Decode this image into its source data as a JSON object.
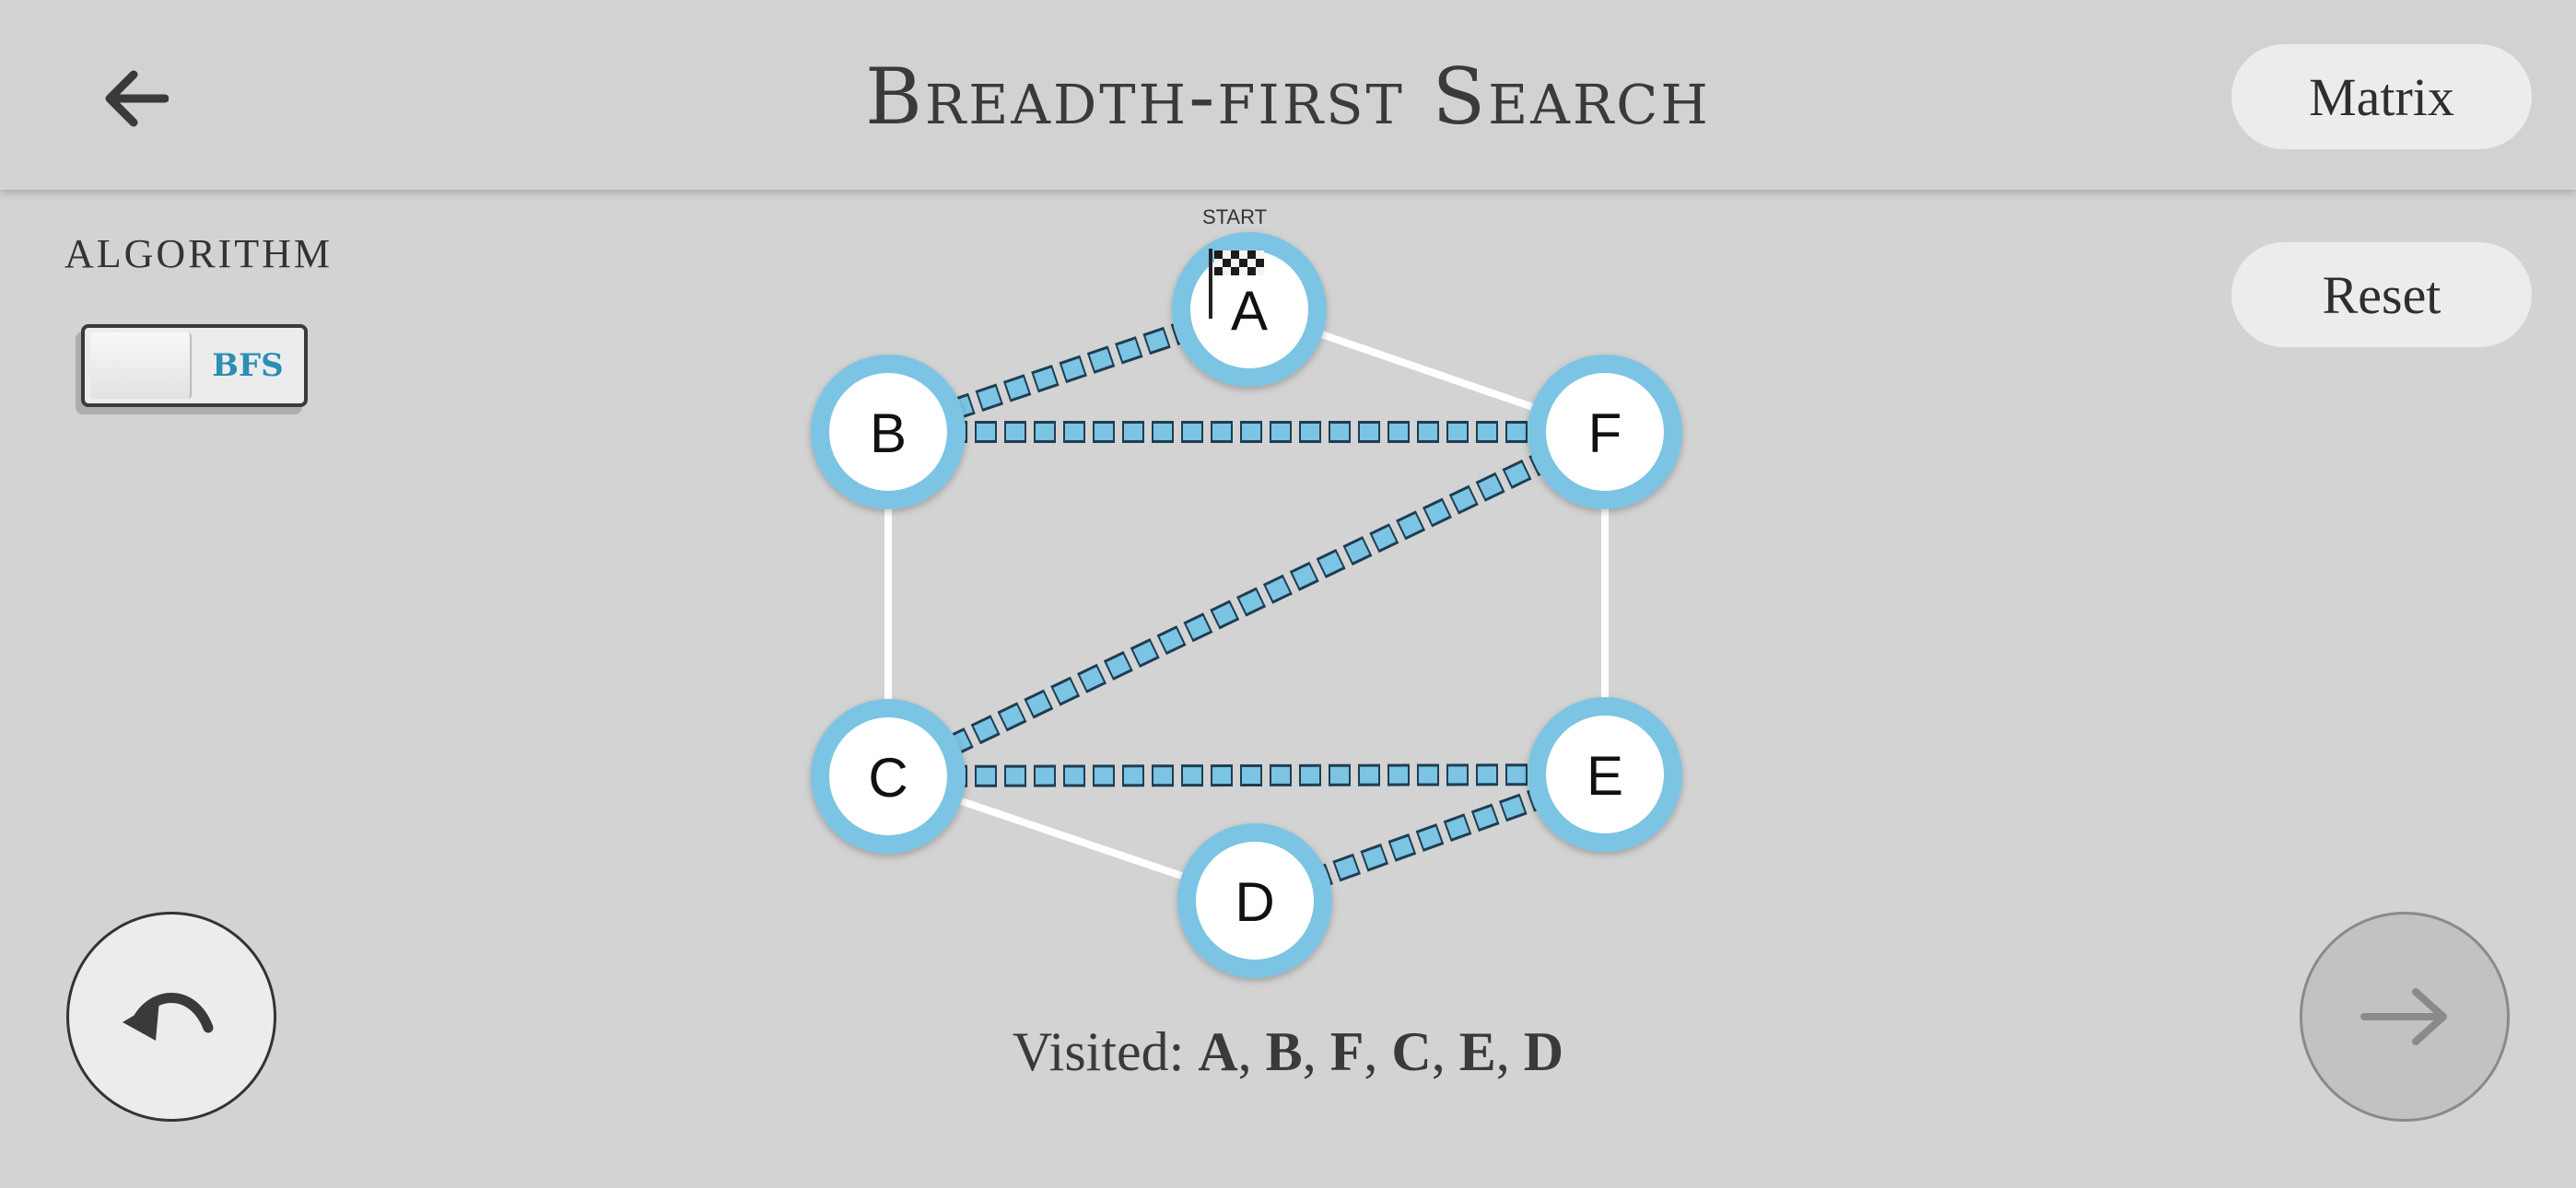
{
  "header": {
    "title": "Breadth-first Search",
    "back_icon": "arrow-left-icon",
    "matrix_label": "Matrix"
  },
  "controls": {
    "reset_label": "Reset",
    "algorithm_label": "ALGORITHM",
    "toggle_value": "BFS",
    "undo_icon": "undo-icon",
    "next_icon": "arrow-right-icon"
  },
  "graph": {
    "start_label": "START",
    "start_icon": "checkered-flag-icon",
    "nodes": [
      "A",
      "B",
      "C",
      "D",
      "E",
      "F"
    ],
    "traversed_edges": [
      [
        "A",
        "B"
      ],
      [
        "B",
        "F"
      ],
      [
        "F",
        "C"
      ],
      [
        "C",
        "E"
      ],
      [
        "E",
        "D"
      ]
    ],
    "plain_edges": [
      [
        "A",
        "F"
      ],
      [
        "B",
        "C"
      ],
      [
        "F",
        "E"
      ],
      [
        "C",
        "D"
      ]
    ],
    "colors": {
      "node_ring": "#7bc4e4",
      "traversed_edge": "#7bc4e4",
      "plain_edge": "#ffffff"
    }
  },
  "visited": {
    "label": "Visited:",
    "order": [
      "A",
      "B",
      "F",
      "C",
      "E",
      "D"
    ]
  }
}
